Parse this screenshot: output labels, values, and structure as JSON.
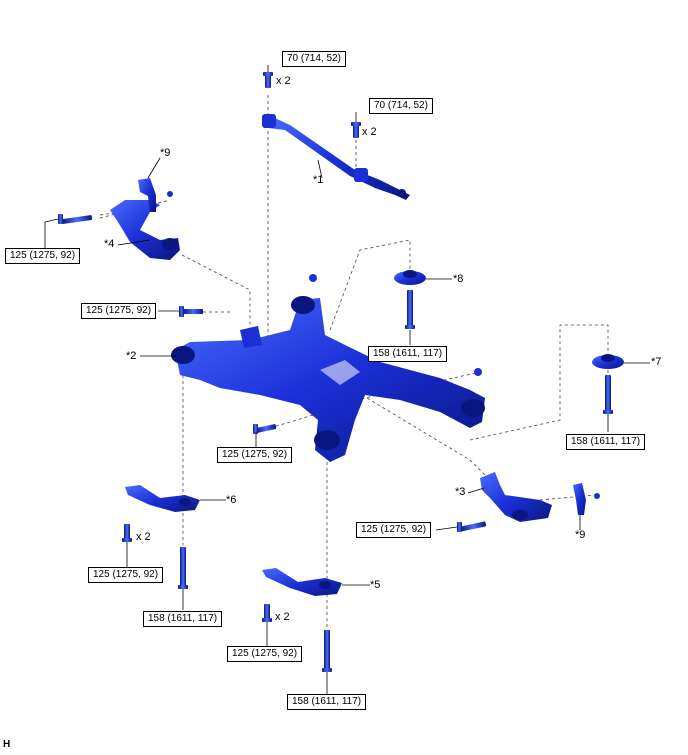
{
  "torque_specs": {
    "stabilizer_top": "70 (714, 52)",
    "stabilizer_right": "70 (714, 52)",
    "upper_arm_left": "125 (1275, 92)",
    "member_front_bolt": "125 (1275, 92)",
    "member_right_stopper": "158 (1611, 117)",
    "member_rear_stopper": "158 (1611, 117)",
    "member_center_bolt": "125 (1275, 92)",
    "arm_right_bolt": "125 (1275, 92)",
    "bracket6_small_bolt": "125 (1275, 92)",
    "bracket6_large_bolt": "158 (1611, 117)",
    "bracket5_small_bolt": "125 (1275, 92)",
    "bracket5_large_bolt": "158 (1611, 117)"
  },
  "quantities": {
    "stabilizer_top": "x 2",
    "stabilizer_right": "x 2",
    "bracket6": "x 2",
    "bracket5": "x 2"
  },
  "part_labels": {
    "p1": "*1",
    "p2": "*2",
    "p3": "*3",
    "p4": "*4",
    "p5": "*5",
    "p6": "*6",
    "p7": "*7",
    "p8": "*8",
    "p9_top": "*9",
    "p9_bottom": "*9"
  },
  "figure_code": "H",
  "colors": {
    "part_blue": "#1a2fd6",
    "part_dark": "#0a1680",
    "part_light": "#4a6cff"
  }
}
